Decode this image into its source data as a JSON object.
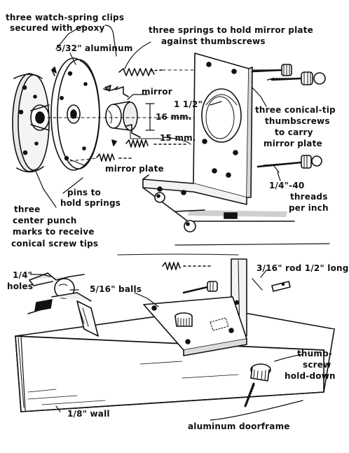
{
  "labels": {
    "clips_1": "three watch-spring clips",
    "clips_2": "secured with epoxy",
    "aluminum": "5/32\" aluminum",
    "springs_1": "three springs to hold mirror plate",
    "springs_2": "against thumbscrews",
    "mirror": "mirror",
    "dim_15in": "1 1/2\"",
    "dim_16mm": "16 mm.",
    "dim_15mm": "15 mm.",
    "mirror_plate": "mirror plate",
    "thumb3_1": "three conical-tip",
    "thumb3_2": "thumbscrews",
    "thumb3_3": "to carry",
    "thumb3_4": "mirror plate",
    "thread_1": "1/4\"-40",
    "thread_2": "threads",
    "thread_3": "per inch",
    "pins_1": "pins to",
    "pins_2": "hold springs",
    "punch_1": "three",
    "punch_2": "center punch",
    "punch_3": "marks to receive",
    "punch_4": "conical screw tips",
    "holes_1": "1/4\"",
    "holes_2": "holes",
    "balls": "5/16\" balls",
    "rod": "3/16\" rod  1/2\" long",
    "holddown_1": "thumb-",
    "holddown_2": "screw",
    "holddown_3": "hold-down",
    "wall": "1/8\" wall",
    "doorframe": "aluminum doorframe"
  }
}
